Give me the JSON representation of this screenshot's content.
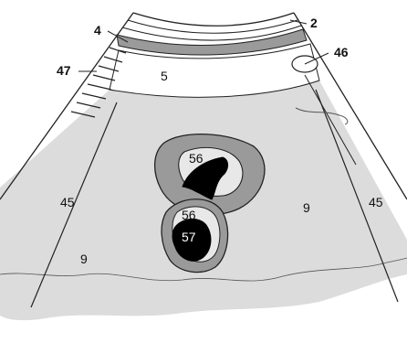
{
  "labels": {
    "skin_layer": "2",
    "fat_layer": "4",
    "muscle_layer": "5",
    "liver": "9",
    "scan_boundary": "45",
    "anatomic_mark_right": "46",
    "anatomic_mark_left": "47",
    "vessel_wall": "56",
    "vessel_lumen": "57"
  },
  "colors": {
    "tissue": "#dcdcdc",
    "band": "#9a9a9a",
    "vessel_wall": "#9a9a9a",
    "lumen": "#000000",
    "outline": "#222222",
    "background": "#ffffff"
  }
}
